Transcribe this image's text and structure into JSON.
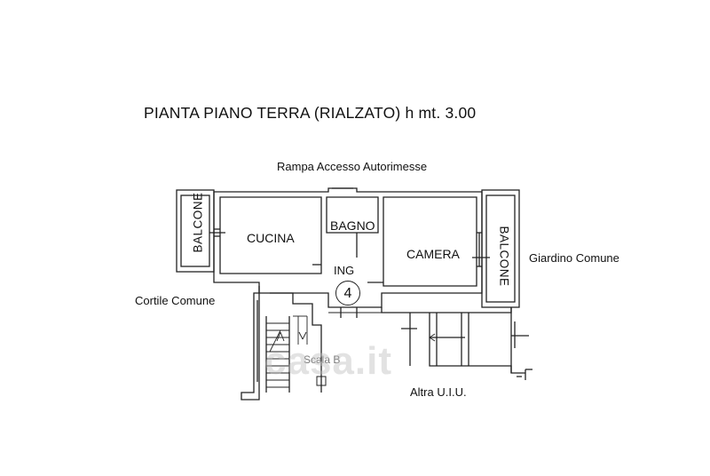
{
  "title": "PIANTA PIANO TERRA (RIALZATO)  h mt. 3.00",
  "labels": {
    "top": "Rampa Accesso Autorimesse",
    "right": "Giardino Comune",
    "left": "Cortile Comune",
    "bottom": "Altra U.I.U.",
    "stair": "Scala B"
  },
  "rooms": {
    "balcone_left": "BALCONE",
    "cucina": "CUCINA",
    "bagno": "BAGNO",
    "ing": "ING",
    "camera": "CAMERA",
    "balcone_right": "BALCONE"
  },
  "unit_number": "4",
  "watermark": "casa.it"
}
